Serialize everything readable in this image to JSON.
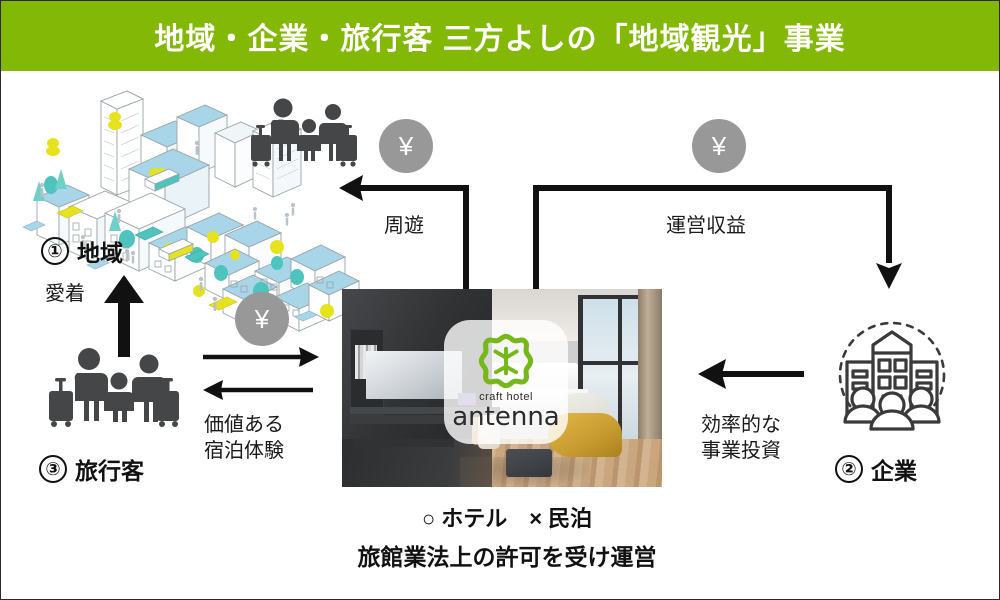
{
  "header": {
    "title": "地域・企業・旅行客 三方よしの「地域観光」事業",
    "bg_color": "#84b806",
    "text_color": "#ffffff"
  },
  "nodes": {
    "region": {
      "number": "①",
      "label": "地域",
      "icon": "cityscape-illustration"
    },
    "company": {
      "number": "②",
      "label": "企業",
      "icon": "corporate-building-people-icon"
    },
    "traveler": {
      "number": "③",
      "label": "旅行客",
      "icon": "family-with-luggage-icon"
    },
    "hotel": {
      "logo_mark": "green-flower-asterisk-logo",
      "logo_sub": "craft hotel",
      "logo_name": "antenna",
      "photo_alt": "hotel-room-photo"
    }
  },
  "flows": {
    "affection": "愛着",
    "tour": "周遊",
    "operating_revenue": "運営収益",
    "efficient_investment_line1": "効率的な",
    "efficient_investment_line2": "事業投資",
    "valuable_stay_line1": "価値ある",
    "valuable_stay_line2": "宿泊体験"
  },
  "badges": {
    "yen_symbol": "¥",
    "yen_color": "#989898",
    "count": 3
  },
  "captions": {
    "line1": "○ ホテル　× 民泊",
    "line2": "旅館業法上の許可を受け運営"
  },
  "colors": {
    "brand_green": "#84b806",
    "logo_green": "#76b81a",
    "dark_text": "#111111",
    "gray_badge": "#989898",
    "city_blue": "#a8d5e8",
    "city_teal": "#4fc3bd",
    "city_yellow": "#e7e21e"
  }
}
